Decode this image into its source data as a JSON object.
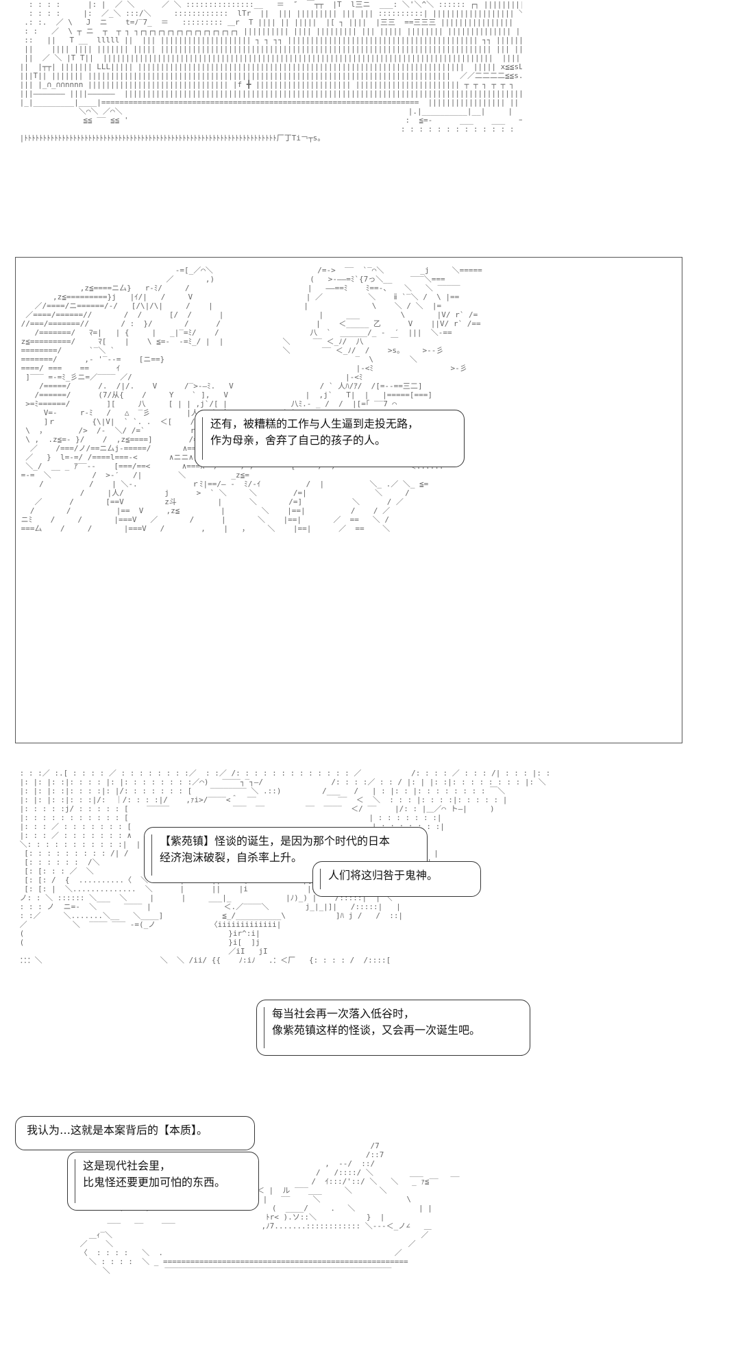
{
  "panel2": {
    "bubble": [
      "还有，被糟糕的工作与人生逼到走投无路，",
      "作为母亲，舍弃了自己的孩子的人。"
    ]
  },
  "panel3": {
    "bubble1": [
      "【紫苑镇】怪谈的诞生，是因为那个时代的日本",
      "经济泡沫破裂，自杀率上升。"
    ],
    "bubble2": [
      "人们将这归咎于鬼神。"
    ],
    "bubble3": [
      "每当社会再一次落入低谷时，",
      "像紫苑镇这样的怪谈，又会再一次诞生吧。"
    ]
  },
  "panel4": {
    "bubble1": [
      "我认为…这就是本案背后的【本质】。"
    ],
    "bubble2": [
      "这是现代社会里，",
      "比鬼怪还要更加可怕的东西。"
    ]
  }
}
